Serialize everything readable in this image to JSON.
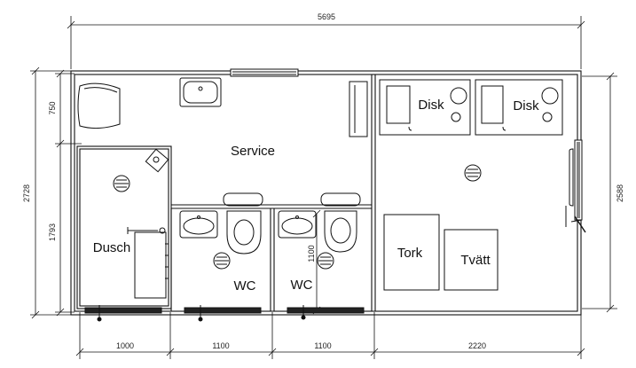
{
  "dimensions": {
    "overall_width": "5695",
    "overall_height": "2728",
    "upper_left_height": "750",
    "lower_left_height": "1793",
    "right_height": "2588",
    "wc_fixture_height": "1100",
    "bottom_segments": [
      "1000",
      "1100",
      "1100",
      "2220"
    ]
  },
  "rooms": {
    "service": "Service",
    "dusch": "Dusch",
    "wc_left": "WC",
    "wc_right": "WC"
  },
  "fixtures": {
    "disk_left": "Disk",
    "disk_right": "Disk",
    "tork": "Tork",
    "tvatt": "Tvätt"
  }
}
